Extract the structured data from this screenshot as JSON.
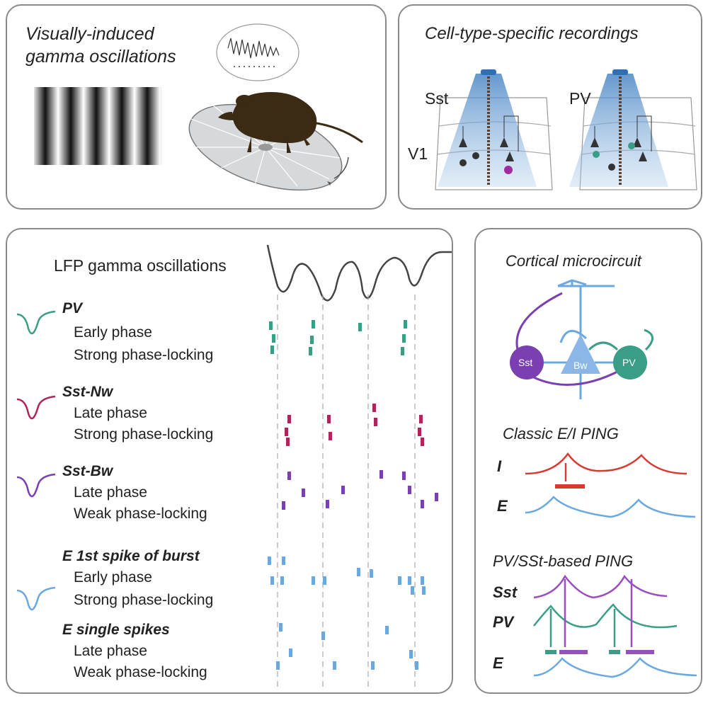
{
  "panel_stimulus": {
    "title_line1": "Visually-induced",
    "title_line2": "gamma oscillations"
  },
  "panel_recordings": {
    "title": "Cell-type-specific recordings",
    "label_sst": "Sst",
    "label_pv": "PV",
    "label_v1": "V1"
  },
  "panel_spikes": {
    "lfp_label": "LFP gamma oscillations",
    "groups": [
      {
        "name": "PV",
        "line1": "Early phase",
        "line2": "Strong phase-locking",
        "color": "#3a9e86"
      },
      {
        "name": "Sst-Nw",
        "line1": "Late phase",
        "line2": "Strong phase-locking",
        "color": "#b0245e"
      },
      {
        "name": "Sst-Bw",
        "line1": "Late phase",
        "line2": "Weak phase-locking",
        "color": "#7a3fb0"
      },
      {
        "name": "E 1st spike of burst",
        "line1": "Early phase",
        "line2": "Strong phase-locking",
        "color": "#6aa8e0"
      },
      {
        "name": "E single spikes",
        "line1": "Late phase",
        "line2": "Weak phase-locking",
        "color": "#6aa8e0"
      }
    ]
  },
  "panel_circuit": {
    "title": "Cortical microcircuit",
    "node_sst": "Sst",
    "node_bw": "Bw",
    "node_pv": "PV",
    "classic_title": "Classic E/I PING",
    "classic_i": "I",
    "classic_e": "E",
    "pvsst_title": "PV/SSt-based PING",
    "pvsst_sst": "Sst",
    "pvsst_pv": "PV",
    "pvsst_e": "E"
  },
  "colors": {
    "pv": "#3a9e86",
    "sst_nw": "#b0245e",
    "sst_bw": "#7a3fb0",
    "e": "#6aa8e0",
    "inhibition_red": "#d93a2f",
    "panel_border": "#8a8a8a"
  }
}
